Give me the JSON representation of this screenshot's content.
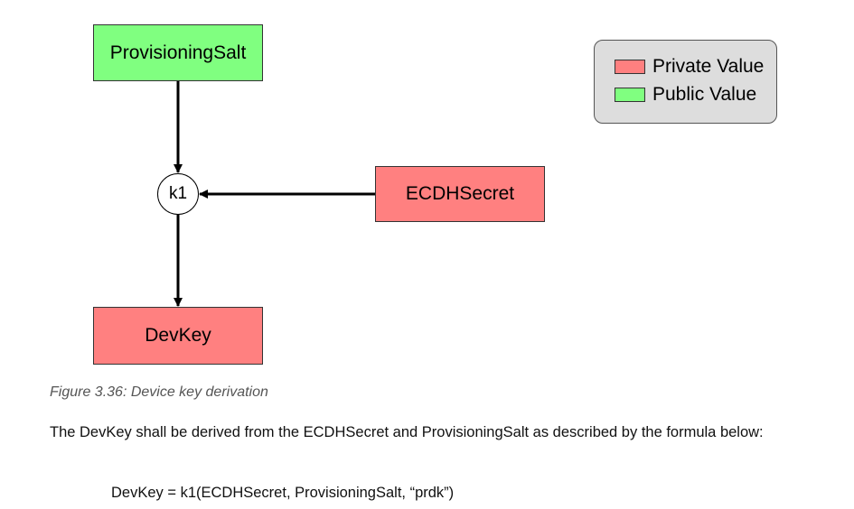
{
  "diagram": {
    "nodes": {
      "salt": "ProvisioningSalt",
      "ecdh": "ECDHSecret",
      "k1": "k1",
      "devkey": "DevKey"
    },
    "legend": {
      "private_label": "Private Value",
      "public_label": "Public Value",
      "private_color": "#ff8080",
      "public_color": "#80ff80"
    }
  },
  "text": {
    "caption": "Figure 3.36: Device key derivation",
    "body": "The DevKey shall be derived from the ECDHSecret and ProvisioningSalt as described by the formula below:",
    "formula": "DevKey = k1(ECDHSecret, ProvisioningSalt, “prdk”)"
  }
}
